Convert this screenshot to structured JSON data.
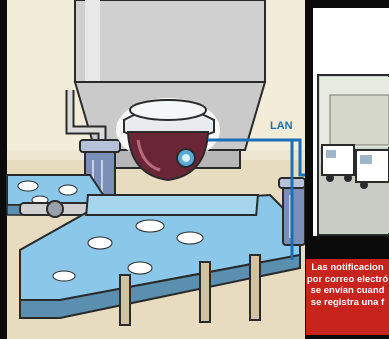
{
  "labels": {
    "network": "LAN"
  },
  "notification": {
    "lines": [
      "Las notificacion",
      "por correo electró",
      "se envían cuand",
      "se registra una f"
    ]
  },
  "colors": {
    "frame": "#0b0b0b",
    "factory_bg": "#f2ead6",
    "conveyor": "#7fc0e4",
    "camera_body": "#e9ebee",
    "camera_dome": "#6a2636",
    "lan_cable": "#1a6fb5",
    "notification_bg": "#c7241d"
  },
  "icons": [
    "dome-camera-icon",
    "delivery-truck-icon",
    "delivery-truck-icon"
  ]
}
